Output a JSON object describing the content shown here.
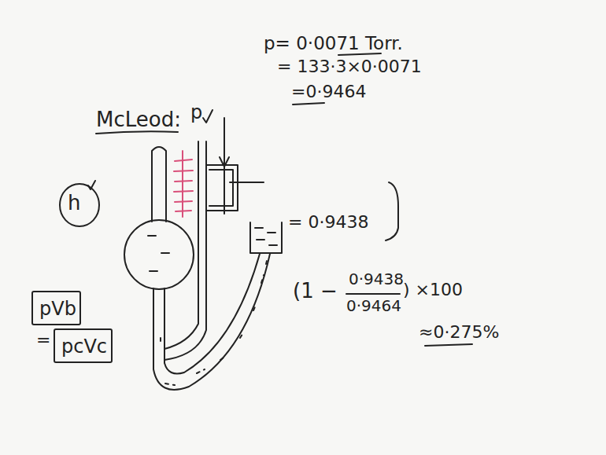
{
  "diagram": {
    "title": "McLeod:",
    "nodes": [
      {
        "text": [
          "h"
        ]
      },
      {
        "text": [
          "pVb"
        ]
      },
      {
        "text": [
          "pcVc"
        ]
      }
    ],
    "labels": [
      "p",
      "p= 0·0071 Torr.",
      "= 133·3×0·0071",
      "=0·9464",
      "= 0·9438",
      "(1 −",
      "0·9438",
      "0·9464",
      ") ×100",
      "≈0·275%",
      "="
    ]
  }
}
